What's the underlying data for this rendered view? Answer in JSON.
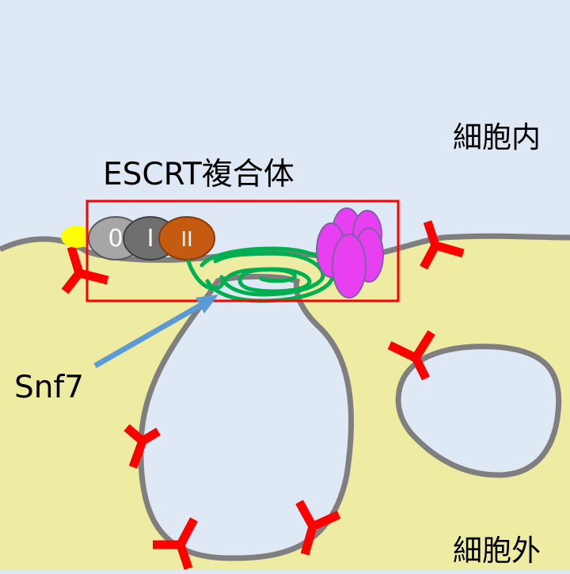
{
  "labels": {
    "intracellular": "細胞内",
    "extracellular": "細胞外",
    "complex_title": "ESCRT複合体",
    "snf7": "Snf7"
  },
  "escrt_subunits": [
    {
      "label": "0",
      "color": "#a6a6a6"
    },
    {
      "label": "I",
      "color": "#6f6f6f"
    },
    {
      "label": "II",
      "color": "#c55a11"
    }
  ],
  "colors": {
    "cytoplasm_bg": "#dfe9f5",
    "extracellular_bg": "#eeeca3",
    "membrane": "#7f7f7f",
    "receptor": "#ff0000",
    "highlight_box": "#ff0000",
    "snf7_spiral": "#00b050",
    "vps4": "#e83ff0",
    "arrow": "#5b9bd5",
    "yellow_cap": "#ffff00"
  },
  "icons": {
    "receptor": "y-shaped-receptor-icon",
    "vps4": "hexameric-atpase-icon",
    "snf7": "spiral-filament-icon"
  }
}
